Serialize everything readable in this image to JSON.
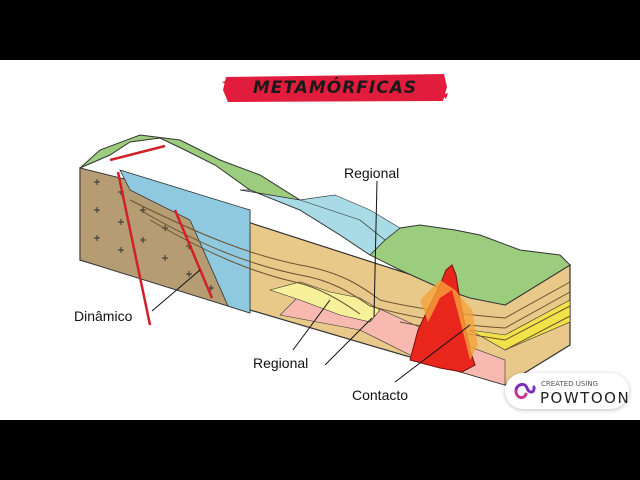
{
  "title": "METAMÓRFICAS",
  "labels": {
    "regional_top": "Regional",
    "dinamico": "Dinâmico",
    "regional_bottom": "Regional",
    "contacto": "Contacto"
  },
  "watermark": {
    "small_text": "CREATED USING",
    "brand": "POWTOON",
    "logo_icon": "powtoon-logo-icon"
  },
  "colors": {
    "banner": "#e21c3c",
    "granite": "#b59c73",
    "sea": "#a8dbe6",
    "land": "#9ccc7e",
    "magma": "#e8261c",
    "aureole": "#f5a23a",
    "pink_zone": "#f7b9b0",
    "yellow_zone": "#f2e24a"
  }
}
